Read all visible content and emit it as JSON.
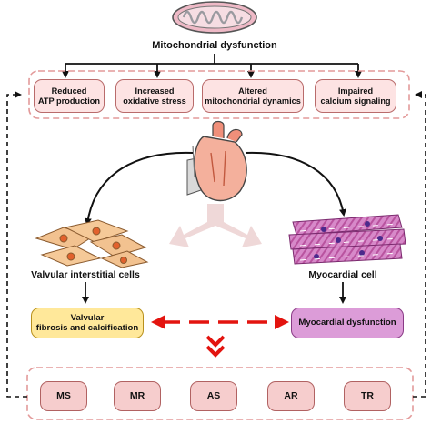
{
  "title": "Mitochondrial dysfunction",
  "causes": [
    "Reduced\nATP production",
    "Increased\noxidative stress",
    "Altered\nmitochondrial dynamics",
    "Impaired\ncalcium signaling"
  ],
  "cell_labels": {
    "left": "Valvular interstitial cells",
    "right": "Myocardial cell"
  },
  "outcomes": {
    "left": "Valvular\nfibrosis and calcification",
    "right": "Myocardial dysfunction"
  },
  "valve_diseases": [
    "MS",
    "MR",
    "AS",
    "AR",
    "TR"
  ],
  "colors": {
    "cause_fill": "#fde3e3",
    "dashed_frame": "#e39a9a",
    "valve_fill": "#f6cdcd",
    "yellow_fill": "#ffe89a",
    "purple_fill": "#dc9cd8",
    "red_arrow": "#e3140f"
  },
  "icons": [
    "mitochondrion-icon",
    "heart-icon",
    "interstitial-cells-icon",
    "myocardial-cells-icon",
    "double-chevron-down-icon"
  ]
}
